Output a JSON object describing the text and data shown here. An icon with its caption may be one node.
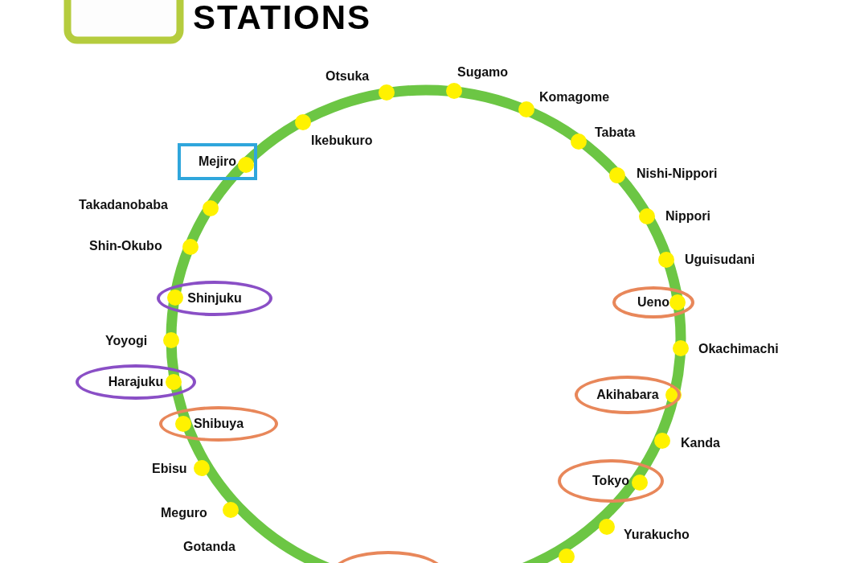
{
  "diagram": {
    "title": "STATIONS",
    "nodes": [
      {
        "text": [
          "Mejiro"
        ]
      },
      {
        "text": [
          "Shinjuku"
        ]
      },
      {
        "text": [
          "Harajuku"
        ]
      },
      {
        "text": [
          "Shibuya"
        ]
      },
      {
        "text": [
          "Ueno"
        ]
      },
      {
        "text": [
          "Akihabara"
        ]
      },
      {
        "text": [
          "Tokyo"
        ]
      },
      {
        "text": [],
        "shape": "circle"
      }
    ],
    "labels": [
      "Sugamo",
      "Otsuka",
      "Komagome",
      "Tabata",
      "Ikebukuro",
      "Nishi-Nippori",
      "Takadanobaba",
      "Nippori",
      "Shin-Okubo",
      "Uguisudani",
      "Yoyogi",
      "Okachimachi",
      "Kanda",
      "Ebisu",
      "Meguro",
      "Yurakucho",
      "Gotanda"
    ]
  }
}
